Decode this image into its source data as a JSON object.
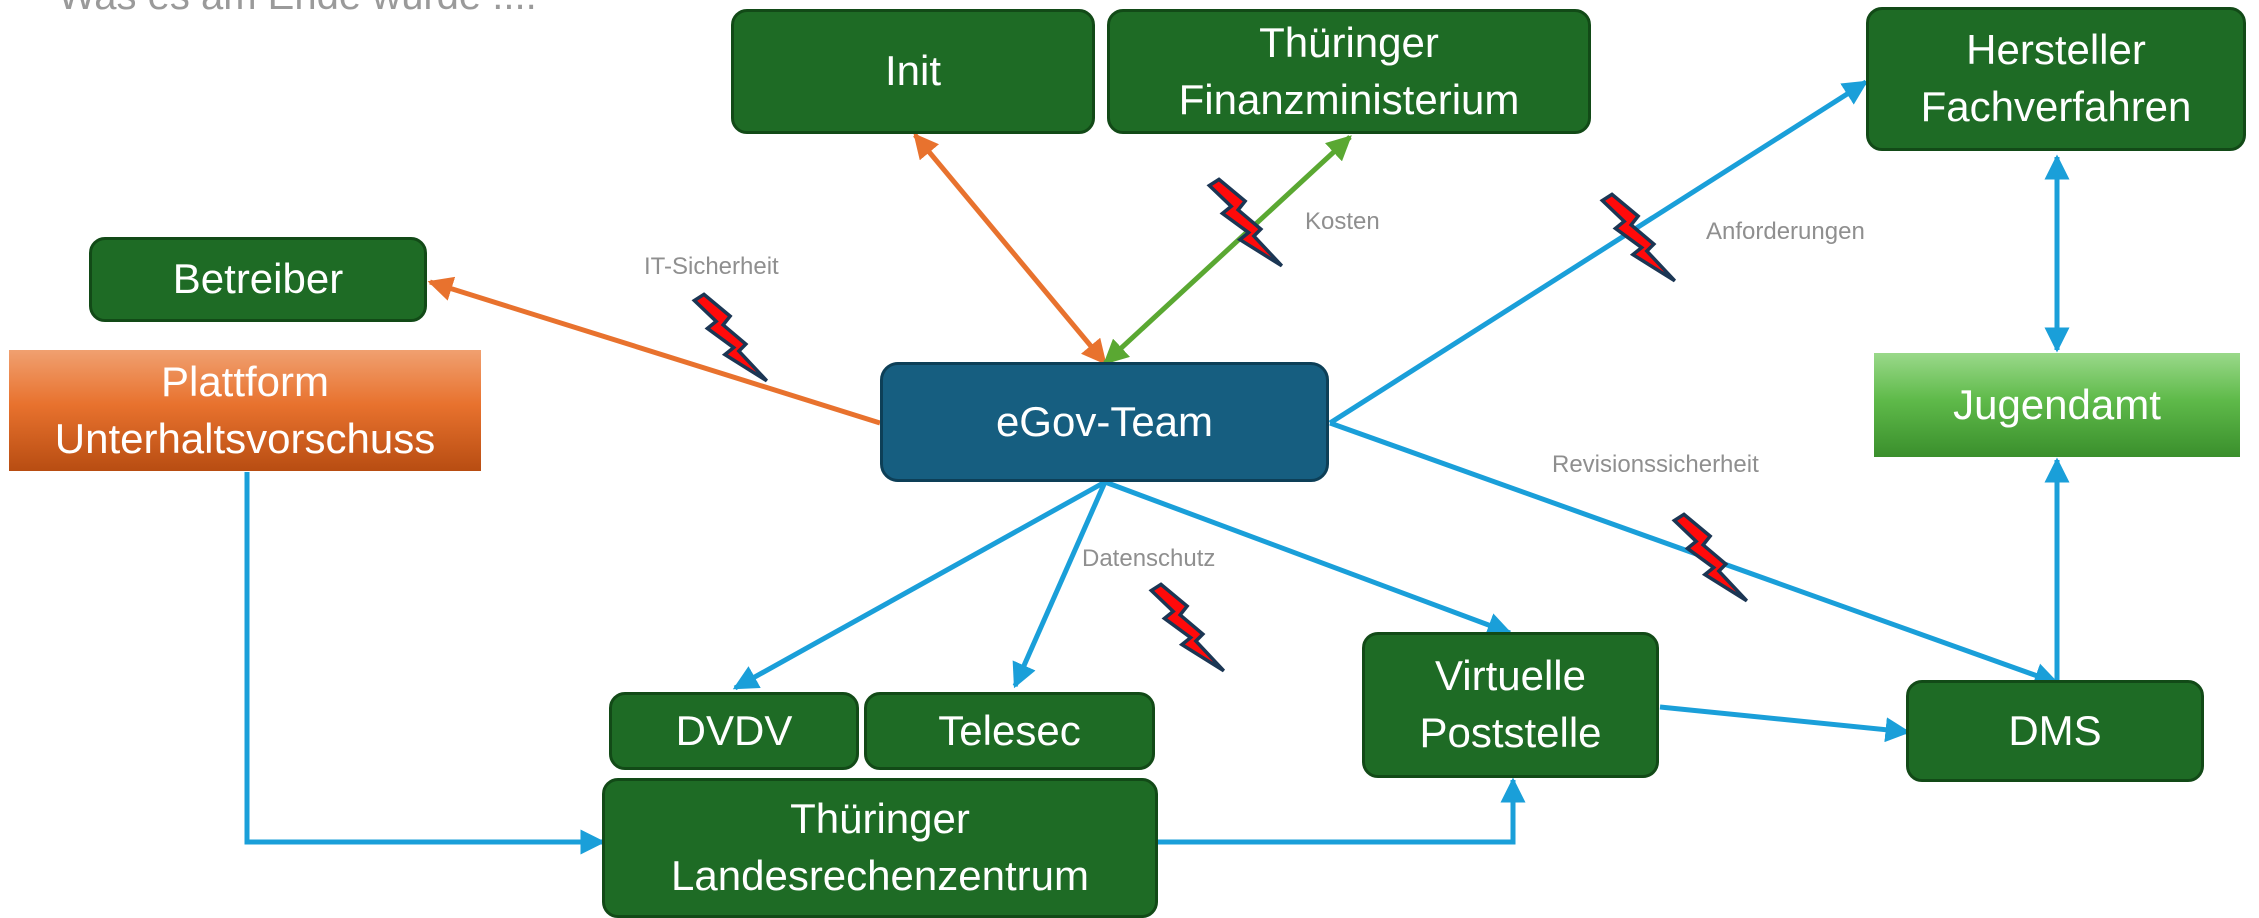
{
  "header": {
    "title": "Was es am Ende würde ...."
  },
  "nodes": {
    "init": "Init",
    "finanzministerium": "Thüringer\nFinanzministerium",
    "hersteller": "Hersteller\nFachverfahren",
    "betreiber": "Betreiber",
    "plattform": "Plattform\nUnterhaltsvorschuss",
    "egov_team": "eGov-Team",
    "jugendamt": "Jugendamt",
    "dvdv": "DVDV",
    "telesec": "Telesec",
    "virtuelle_poststelle": "Virtuelle\nPoststelle",
    "dms": "DMS",
    "landesrechenzentrum": "Thüringer\nLandesrechenzentrum"
  },
  "edge_labels": {
    "it_sicherheit": "IT-Sicherheit",
    "kosten": "Kosten",
    "anforderungen": "Anforderungen",
    "revisionssicherheit": "Revisionssicherheit",
    "datenschutz": "Datenschutz"
  },
  "colors": {
    "node_green": "#1e6b25",
    "team_blue": "#165e80",
    "arrow_blue": "#1a9fd9",
    "arrow_orange": "#e8722e",
    "arrow_green": "#5aa832",
    "lightning_red": "#ff0a0a"
  },
  "icons": {
    "risk": "lightning-bolt-icon"
  }
}
